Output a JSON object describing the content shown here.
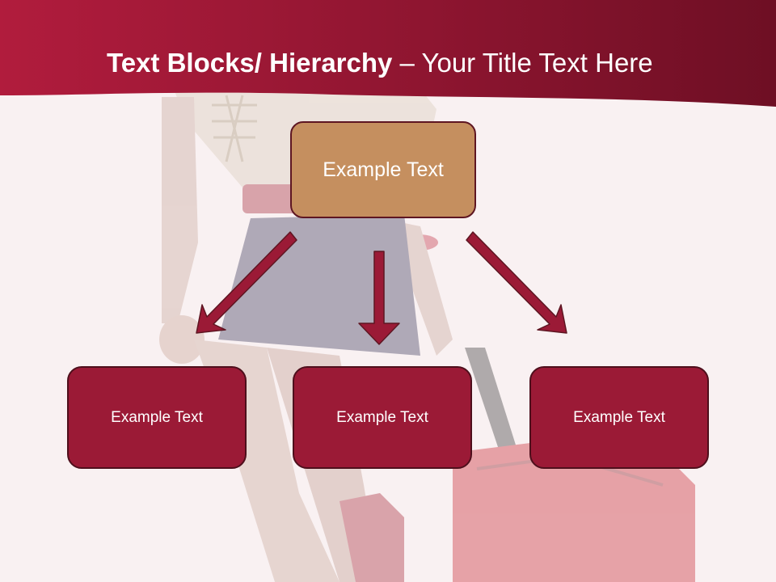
{
  "slide": {
    "title_bold": "Text Blocks/ Hierarchy",
    "title_rest": " – Your Title Text Here"
  },
  "hierarchy": {
    "top": {
      "label": "Example Text"
    },
    "children": [
      {
        "label": "Example Text"
      },
      {
        "label": "Example Text"
      },
      {
        "label": "Example Text"
      }
    ]
  },
  "colors": {
    "header_dark": "#6e0f24",
    "header_light": "#b11c3d",
    "top_box": "#c58f5f",
    "child_box": "#9b1a36",
    "arrow": "#9b1a36",
    "background": "#f9f1f2"
  }
}
